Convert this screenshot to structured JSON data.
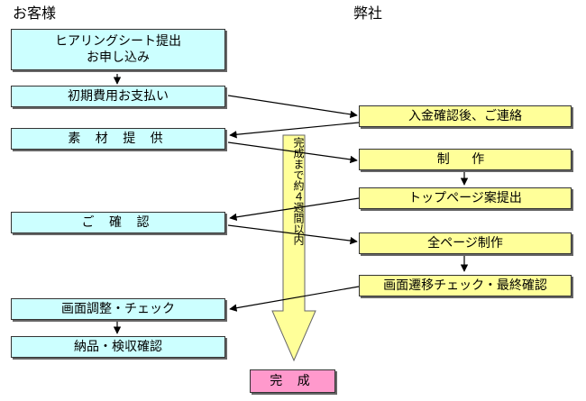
{
  "headers": {
    "customer": "お客様",
    "company": "弊社"
  },
  "customer_steps": [
    {
      "line1": "ヒアリングシート提出",
      "line2": "お申し込み"
    },
    {
      "line1": "初期費用お支払い"
    },
    {
      "line1": "素 材 提 供"
    },
    {
      "line1": "ご 確 認"
    },
    {
      "line1": "画面調整・チェック"
    },
    {
      "line1": "納品・検収確認"
    }
  ],
  "company_steps": [
    {
      "line1": "入金確認後、ご連絡"
    },
    {
      "line1": "制 作"
    },
    {
      "line1": "トップページ案提出"
    },
    {
      "line1": "全ページ制作"
    },
    {
      "line1": "画面遷移チェック・最終確認"
    }
  ],
  "completion": {
    "label": "完 成"
  },
  "timeline": {
    "label": "完成まで約４週間以内"
  },
  "colors": {
    "customer_box": "#ccffff",
    "company_box": "#ffff99",
    "done_box": "#ff99cc",
    "timeline_arrow": "#ffff99"
  }
}
